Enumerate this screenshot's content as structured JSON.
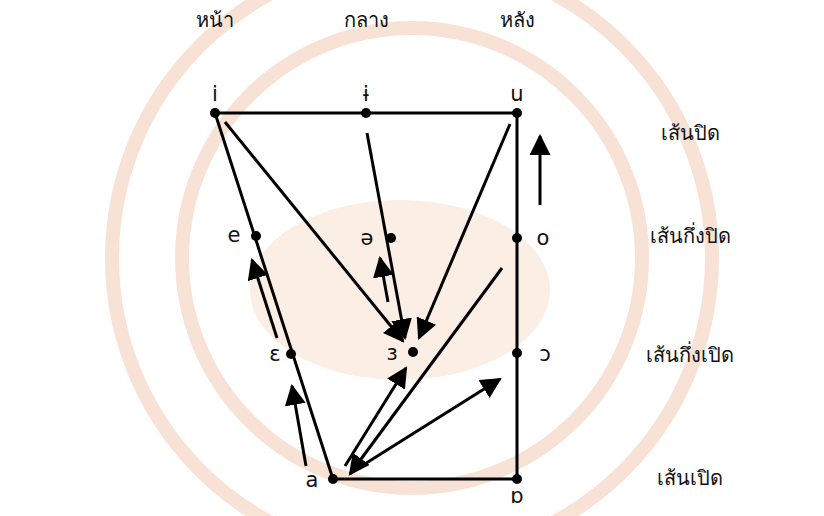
{
  "diagram": {
    "labels": [
      "หน้า",
      "กลาง",
      "หลัง",
      "i",
      "ɨ",
      "u",
      "เส้นปิด",
      "e",
      "ə",
      "o",
      "เส้นกึ่งปิด",
      "ɛ",
      "ɜ",
      "ɔ",
      "เส้นกึ่งเปิด",
      "a",
      "ɒ",
      "เส้นเปิด"
    ]
  }
}
